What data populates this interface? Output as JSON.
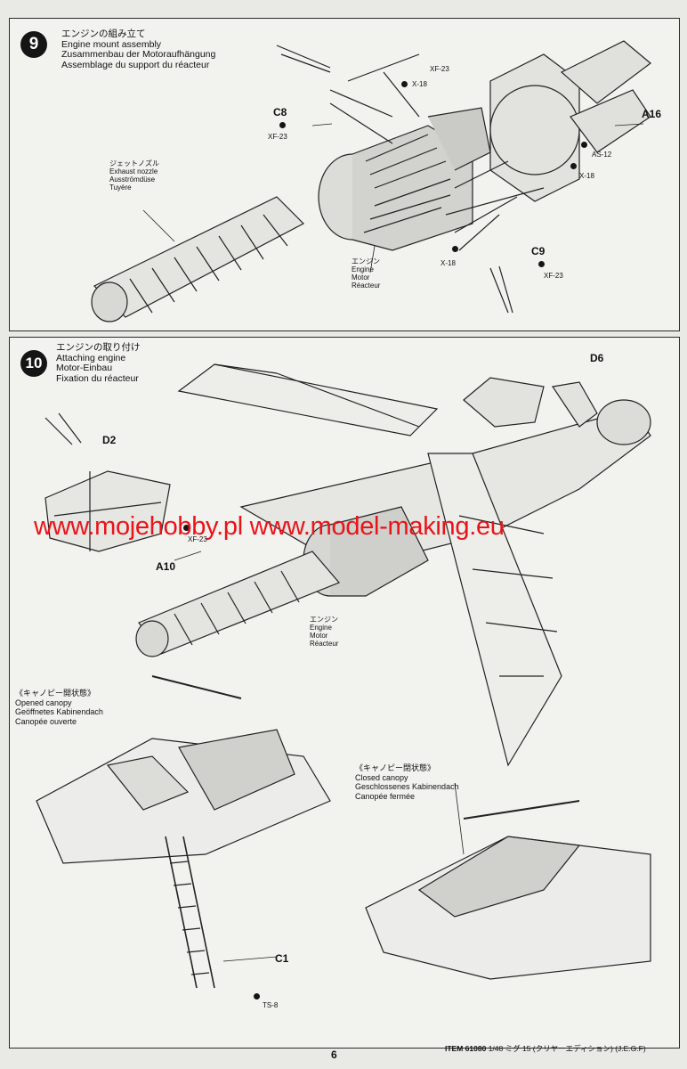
{
  "steps": {
    "s9": {
      "num": "9",
      "title_jp": "エンジンの組み立て",
      "title_en": "Engine mount assembly",
      "title_de": "Zusammenbau der Motoraufhängung",
      "title_fr": "Assemblage du support du réacteur"
    },
    "s10": {
      "num": "10",
      "title_jp": "エンジンの取り付け",
      "title_en": "Attaching engine",
      "title_de": "Motor-Einbau",
      "title_fr": "Fixation du réacteur"
    }
  },
  "labels9": {
    "c8": "C8",
    "xf23_a": "XF-23",
    "xf23_b": "XF-23",
    "xf23_c": "XF-23",
    "x18_a": "X-18",
    "x18_b": "X-18",
    "x18_c": "X-18",
    "as12": "AS-12",
    "a16": "A16",
    "c9": "C9",
    "nozzle_jp": "ジェットノズル",
    "nozzle_en": "Exhaust nozzle",
    "nozzle_de": "Ausströmdüse",
    "nozzle_fr": "Tuyère",
    "engine_jp": "エンジン",
    "engine_en": "Engine",
    "engine_de": "Motor",
    "engine_fr": "Réacteur"
  },
  "labels10": {
    "d2": "D2",
    "d6": "D6",
    "a10": "A10",
    "xf23": "XF-23",
    "engine_jp": "エンジン",
    "engine_en": "Engine",
    "engine_de": "Motor",
    "engine_fr": "Réacteur",
    "open_jp": "《キャノピー開状態》",
    "open_en": "Opened canopy",
    "open_de": "Geöffnetes Kabinendach",
    "open_fr": "Canopée ouverte",
    "closed_jp": "《キャノピー閉状態》",
    "closed_en": "Closed canopy",
    "closed_de": "Geschlossenes Kabinendach",
    "closed_fr": "Canopée fermée",
    "c1": "C1",
    "ts8": "TS-8"
  },
  "watermark": "www.mojehobby.pl www.model-making.eu",
  "footer": {
    "item": "ITEM 61080",
    "desc": "1/48 ミグ 15 (クリヤーエディション) (J.E.G.F)",
    "page": "6"
  }
}
